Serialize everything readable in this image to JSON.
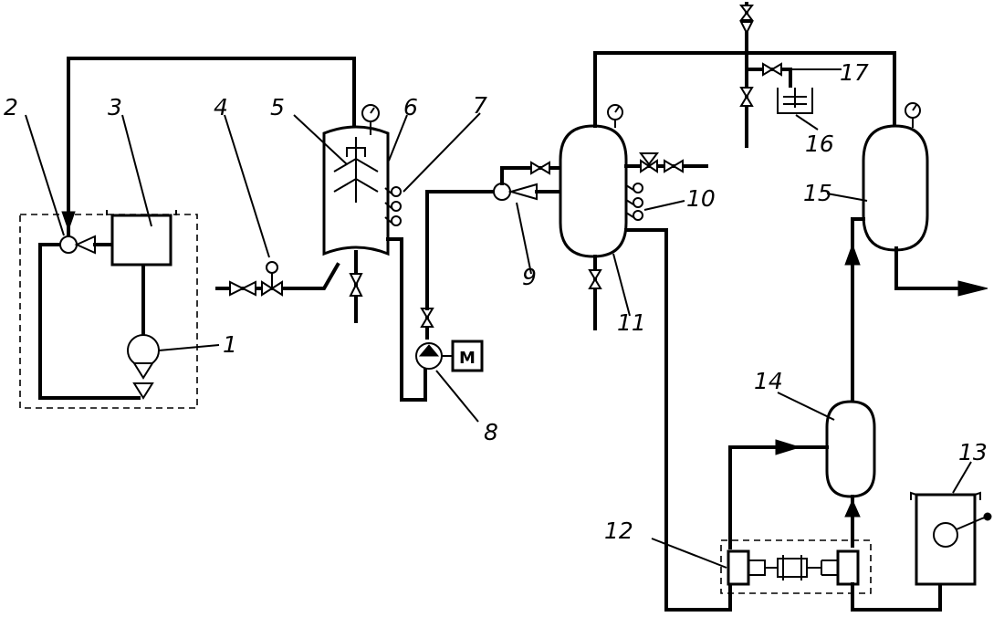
{
  "diagram": {
    "labels": {
      "l1": "1",
      "l2": "2",
      "l3": "3",
      "l4": "4",
      "l5": "5",
      "l6": "6",
      "l7": "7",
      "l8": "8",
      "l9": "9",
      "l10": "10",
      "l11": "11",
      "l12": "12",
      "l13": "13",
      "l14": "14",
      "l15": "15",
      "l16": "16",
      "l17": "17"
    },
    "motor_label": "M"
  }
}
